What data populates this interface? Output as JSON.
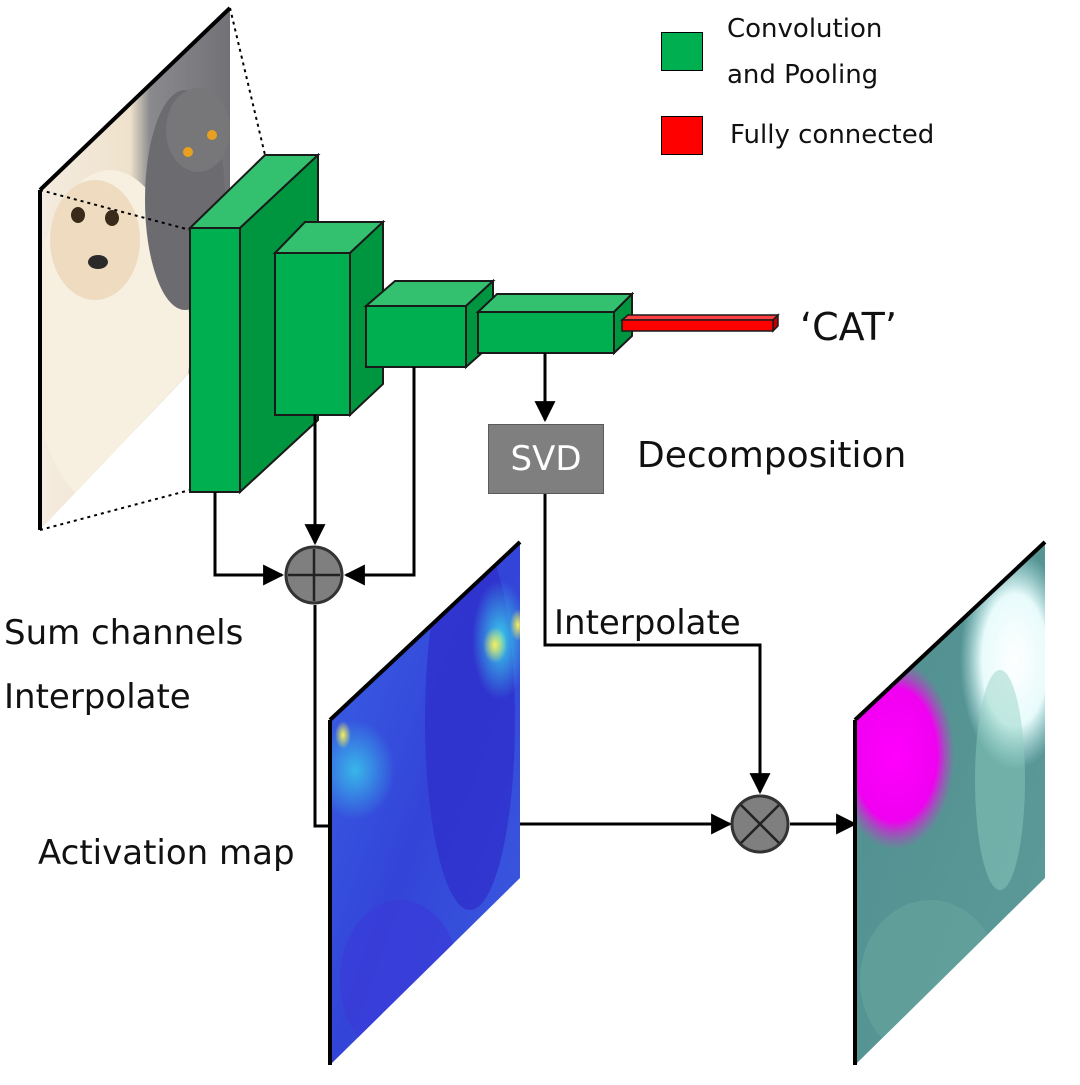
{
  "legend": {
    "conv_label_line1": "Convolution",
    "conv_label_line2": "and Pooling",
    "conv_color": "#00b050",
    "fc_label": "Fully connected",
    "fc_color": "#ff0000"
  },
  "output_label": "‘CAT’",
  "svd": {
    "box_label": "SVD",
    "side_label": "Decomposition"
  },
  "labels": {
    "sum_channels": "Sum channels",
    "interpolate_left": "Interpolate",
    "interpolate_right": "Interpolate",
    "activation_map": "Activation map"
  },
  "operators": {
    "sum_symbol": "plus-circle-icon",
    "multiply_symbol": "times-circle-icon",
    "operator_fill": "#7f7f7f"
  },
  "images": {
    "input": "dog-and-cat-photo",
    "activation": "blue-activation-heatmap",
    "output": "colored-decomposition-map"
  }
}
